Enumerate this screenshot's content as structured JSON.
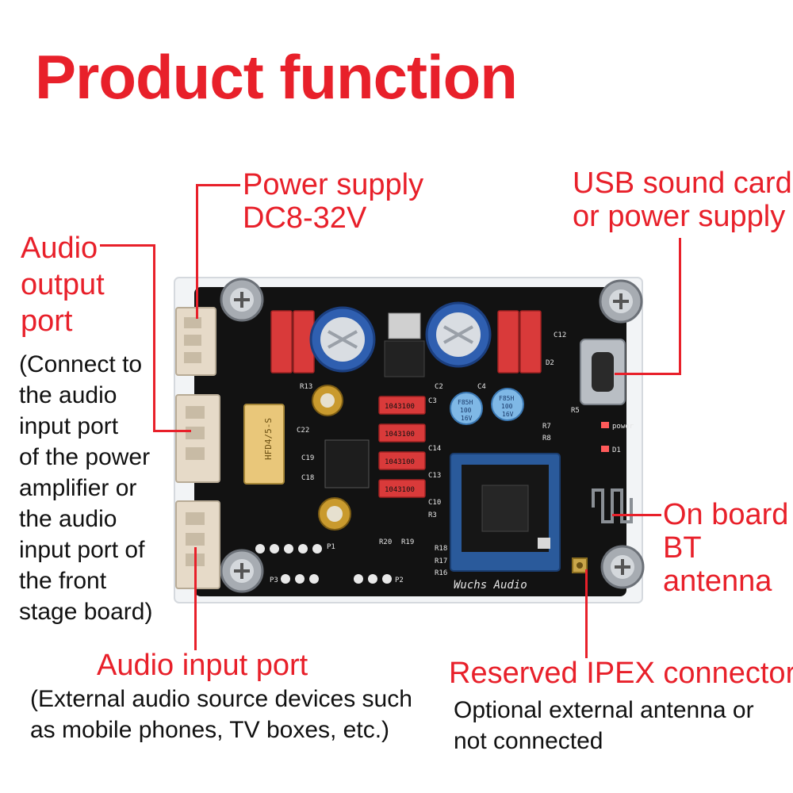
{
  "title": "Product function",
  "labels": {
    "power": [
      "Power supply",
      "DC8-32V"
    ],
    "usb": [
      "USB sound card",
      "or power supply"
    ],
    "audio_output": [
      "Audio",
      "output",
      "port"
    ],
    "audio_output_desc": [
      "(Connect to",
      "the audio",
      "input port",
      "of the power",
      "amplifier or",
      "the audio",
      "input port of",
      "the front",
      "stage board)"
    ],
    "antenna": [
      "On board",
      "BT",
      "antenna"
    ],
    "audio_input": "Audio input port",
    "audio_input_desc": [
      "(External audio source devices such",
      "as mobile phones, TV boxes, etc.)"
    ],
    "ipex": "Reserved IPEX connector",
    "ipex_desc": [
      "Optional external antenna or",
      "not connected"
    ]
  },
  "board": {
    "brand": "Wuchs Audio",
    "relay": "HFD4/5-S",
    "capacitor_marking": "1043100",
    "cap_small": [
      "F85H",
      "100",
      "16V"
    ],
    "silk": [
      "R13",
      "C22",
      "C19",
      "C18",
      "C2",
      "C3",
      "C14",
      "C13",
      "C10",
      "R3",
      "R16",
      "R17",
      "R18",
      "R19",
      "R20",
      "P1",
      "P2",
      "P3",
      "R5",
      "D1",
      "power",
      "D2",
      "C12",
      "C4",
      "R7",
      "R8"
    ],
    "colors": {
      "pcb": "#121212",
      "red_cap": "#d93a3a",
      "blue_cap": "#2f5fb0",
      "connector": "#e6dac8",
      "accent": "#e8202a"
    }
  }
}
